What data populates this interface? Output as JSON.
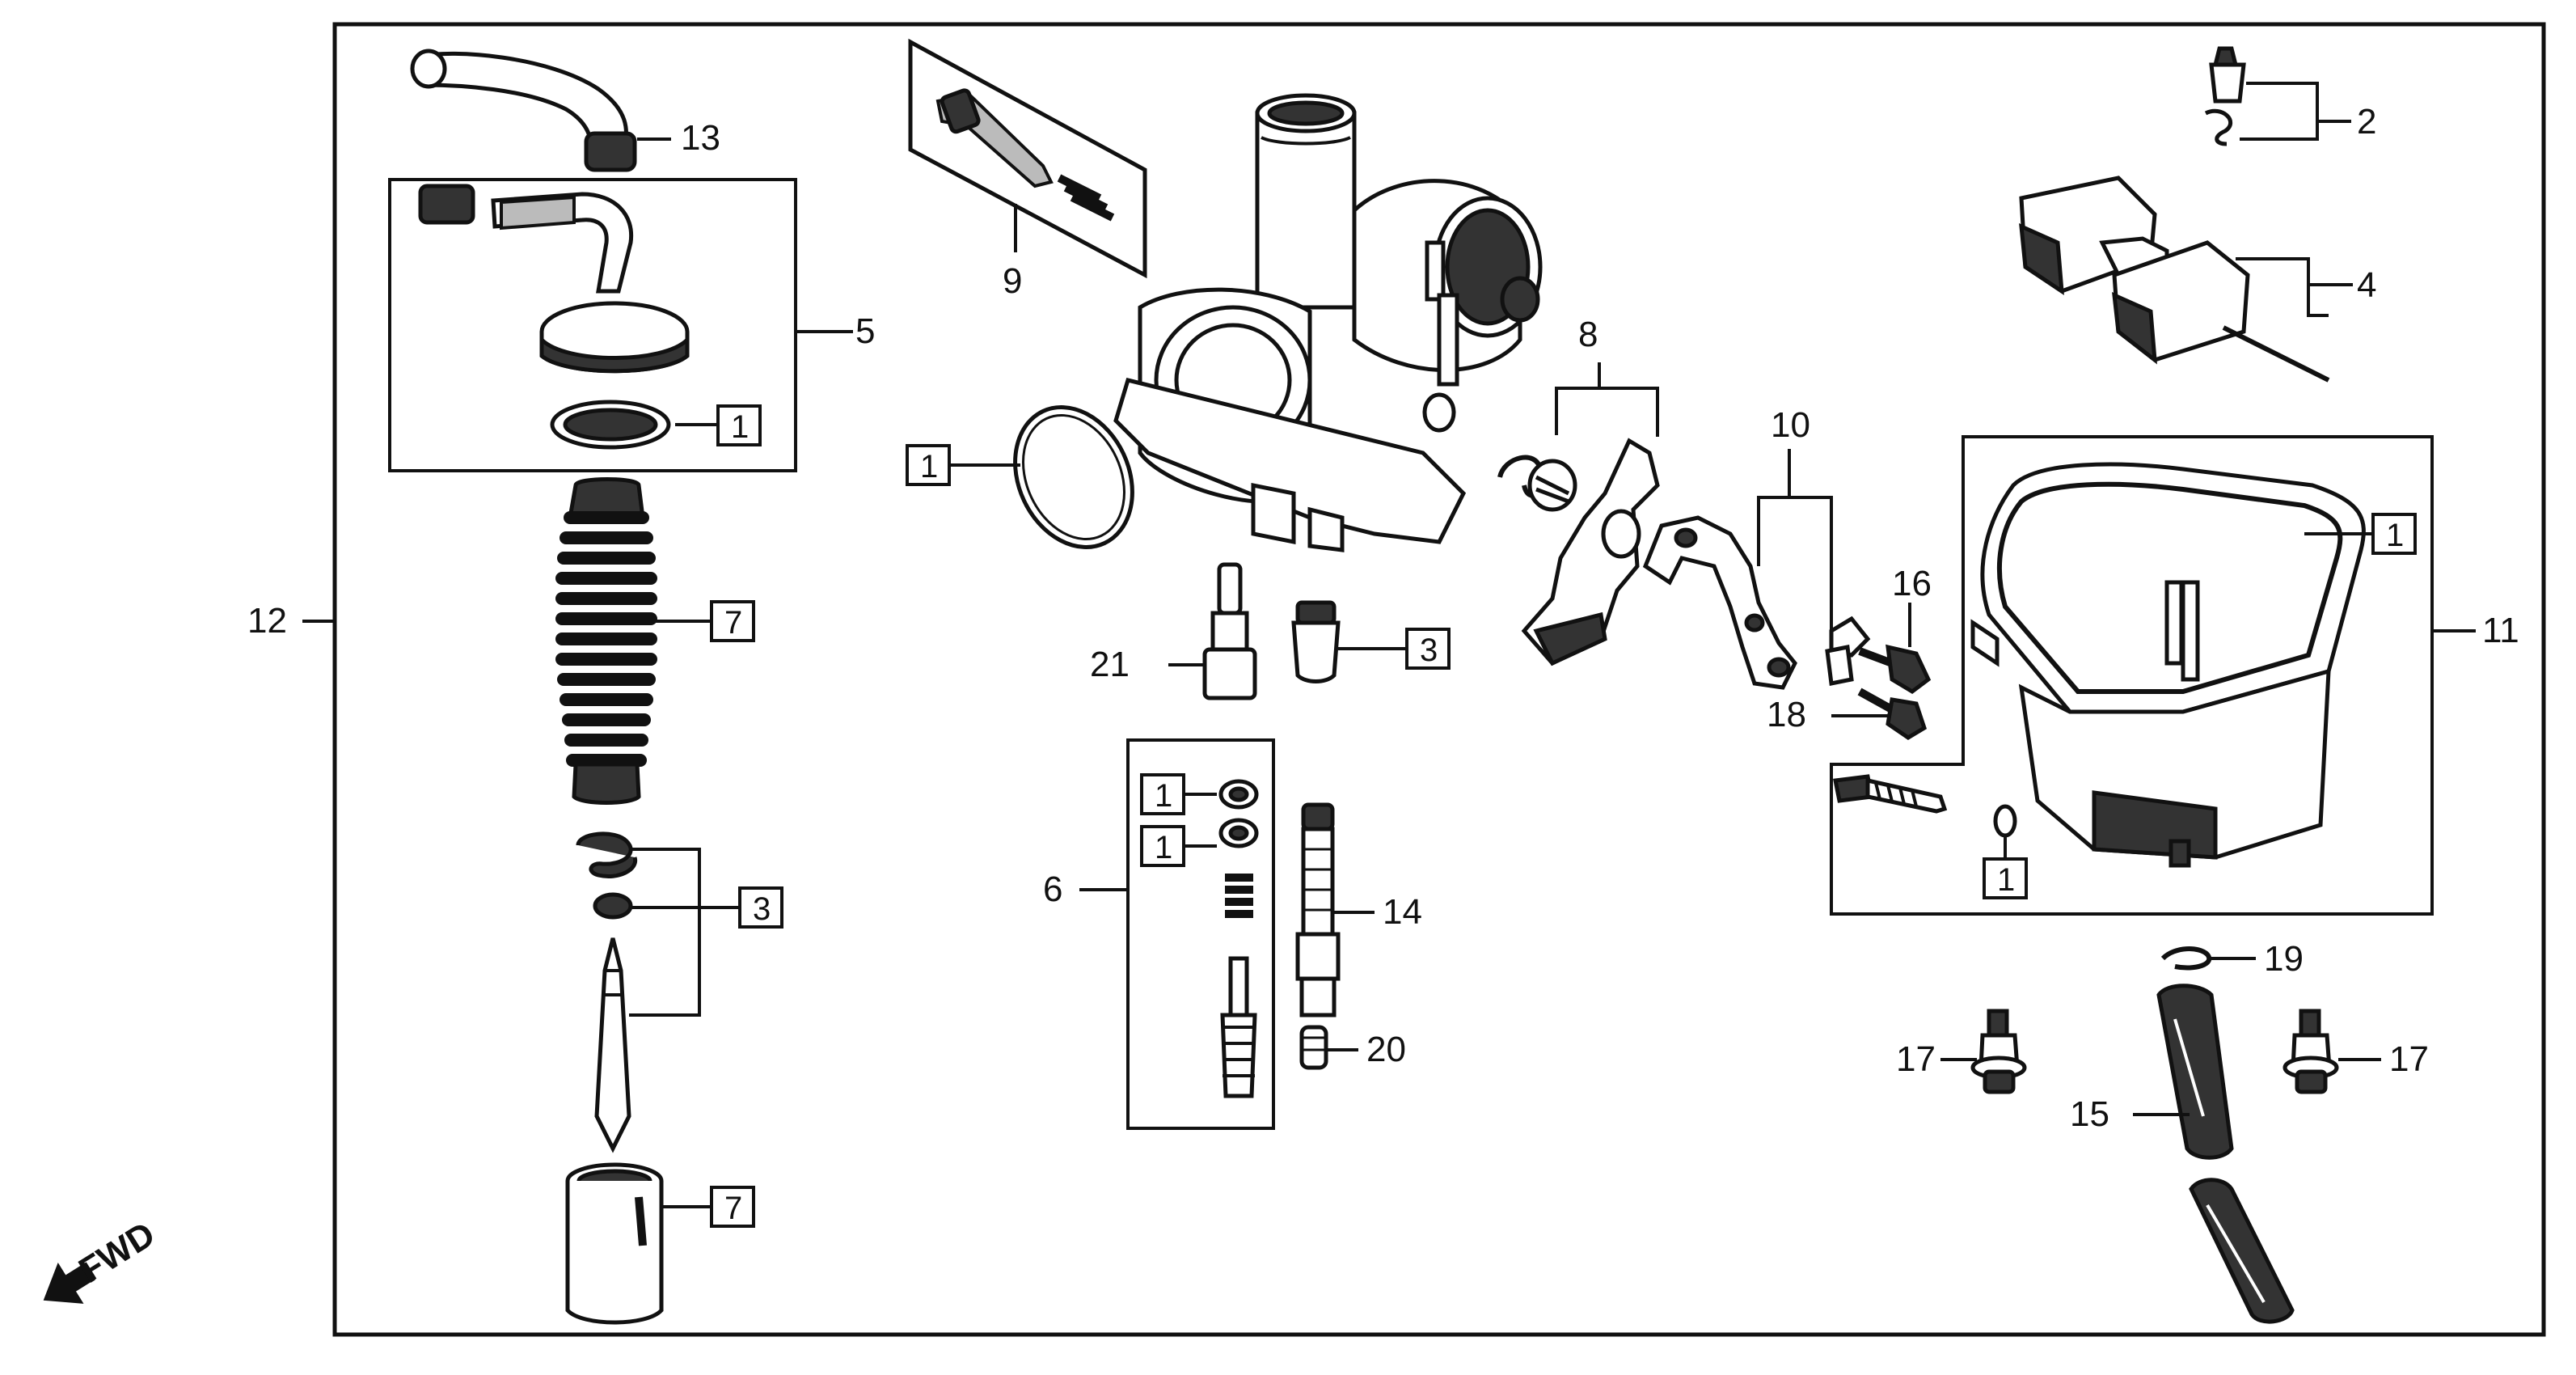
{
  "diagram": {
    "callouts": {
      "n1": "1",
      "n2": "2",
      "n3": "3",
      "n4": "4",
      "n5": "5",
      "n6": "6",
      "n7": "7",
      "n8": "8",
      "n9": "9",
      "n10": "10",
      "n11": "11",
      "n12": "12",
      "n13": "13",
      "n14": "14",
      "n15": "15",
      "n16": "16",
      "n17": "17",
      "n18": "18",
      "n19": "19",
      "n20": "20",
      "n21": "21"
    },
    "boxed": {
      "b1": "1",
      "b3": "3",
      "b7": "7"
    },
    "fwd_label": "FWD"
  }
}
